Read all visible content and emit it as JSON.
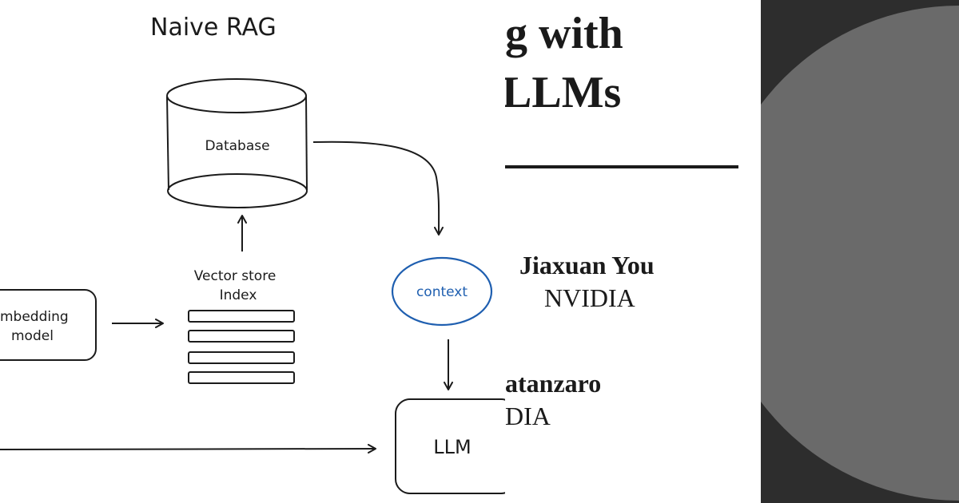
{
  "diagram": {
    "title": "Naive RAG",
    "database_label": "Database",
    "vector_store_label_line1": "Vector store",
    "vector_store_label_line2": "Index",
    "embedding_label_line1": "mbedding",
    "embedding_label_line2": "model",
    "context_label": "context",
    "llm_label": "LLM",
    "colors": {
      "ink": "#1b1b1b",
      "context_ring": "#1f5fb0"
    }
  },
  "paper": {
    "title_line1": "g with",
    "title_line2": "LLMs",
    "author1_name": "Jiaxuan You",
    "author1_affiliation": "NVIDIA",
    "author2_name": "atanzaro",
    "author2_affiliation": "DIA"
  },
  "background": {
    "dark": "#2d2d2d",
    "circle": "#6a6a6a"
  }
}
